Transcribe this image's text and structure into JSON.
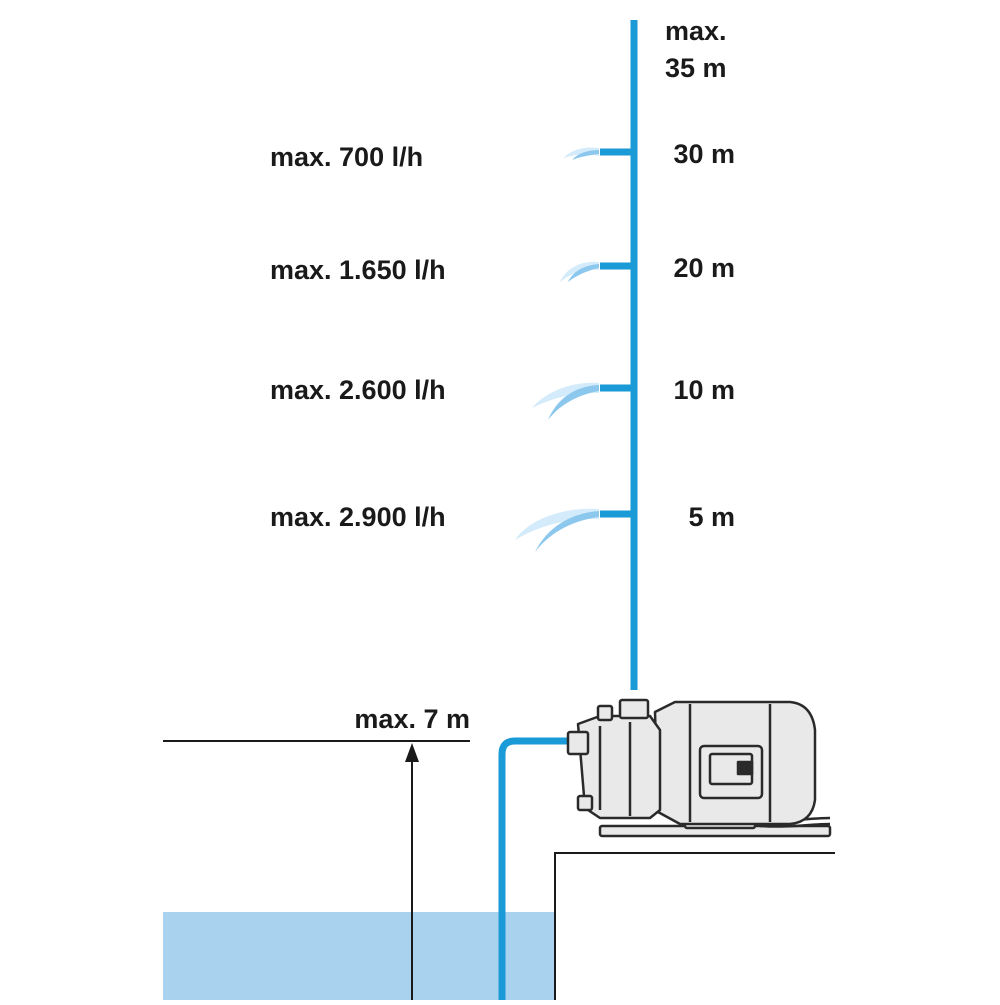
{
  "colors": {
    "pipe": "#1a9ad6",
    "water": "#a8d2ee",
    "water_edge": "#7fbde6",
    "spray_light": "#d3ebfa",
    "spray": "#8cc8ee",
    "line": "#1a1a1a",
    "pump_outline": "#2a2a2a",
    "pump_fill": "#e9e9e9"
  },
  "delivery_head": {
    "max_label_line1": "max.",
    "max_label_line2": "35 m"
  },
  "outlets": [
    {
      "height": "30 m",
      "flow": "max. 700 l/h"
    },
    {
      "height": "20 m",
      "flow": "max. 1.650 l/h"
    },
    {
      "height": "10 m",
      "flow": "max. 2.600 l/h"
    },
    {
      "height": "5 m",
      "flow": "max. 2.900 l/h"
    }
  ],
  "suction": {
    "label": "max. 7 m"
  },
  "icons": {
    "pump": "garden-pump-icon"
  }
}
